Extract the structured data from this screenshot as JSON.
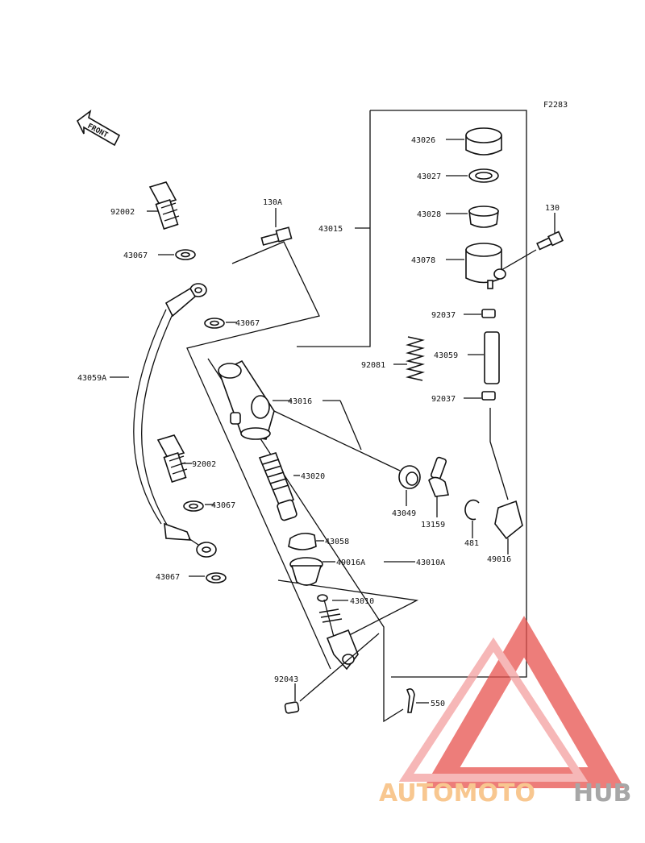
{
  "figure_code": "F2283",
  "front_label": "FRONT",
  "part_labels": {
    "p43026": "43026",
    "p43027": "43027",
    "p43028": "43028",
    "p43078": "43078",
    "p130": "130",
    "p130a": "130A",
    "p43015": "43015",
    "p92002a": "92002",
    "p43067a": "43067",
    "p43067b": "43067",
    "p43059a": "43059A",
    "p92037a": "92037",
    "p92081": "92081",
    "p43059": "43059",
    "p92037b": "92037",
    "p43016": "43016",
    "p92002b": "92002",
    "p43020": "43020",
    "p43049": "43049",
    "p13159": "13159",
    "p481": "481",
    "p49016": "49016",
    "p43067c": "43067",
    "p43058": "43058",
    "p49016a": "49016A",
    "p43010a": "43010A",
    "p43067d": "43067",
    "p43010": "43010",
    "p92043": "92043",
    "p550": "550"
  },
  "watermark": {
    "text_part1": "AUTOMOTO",
    "text_part2": "HUB",
    "color_light": "#f6b56b",
    "color_red": "#e8524e",
    "color_grey": "#8a8a8a"
  }
}
